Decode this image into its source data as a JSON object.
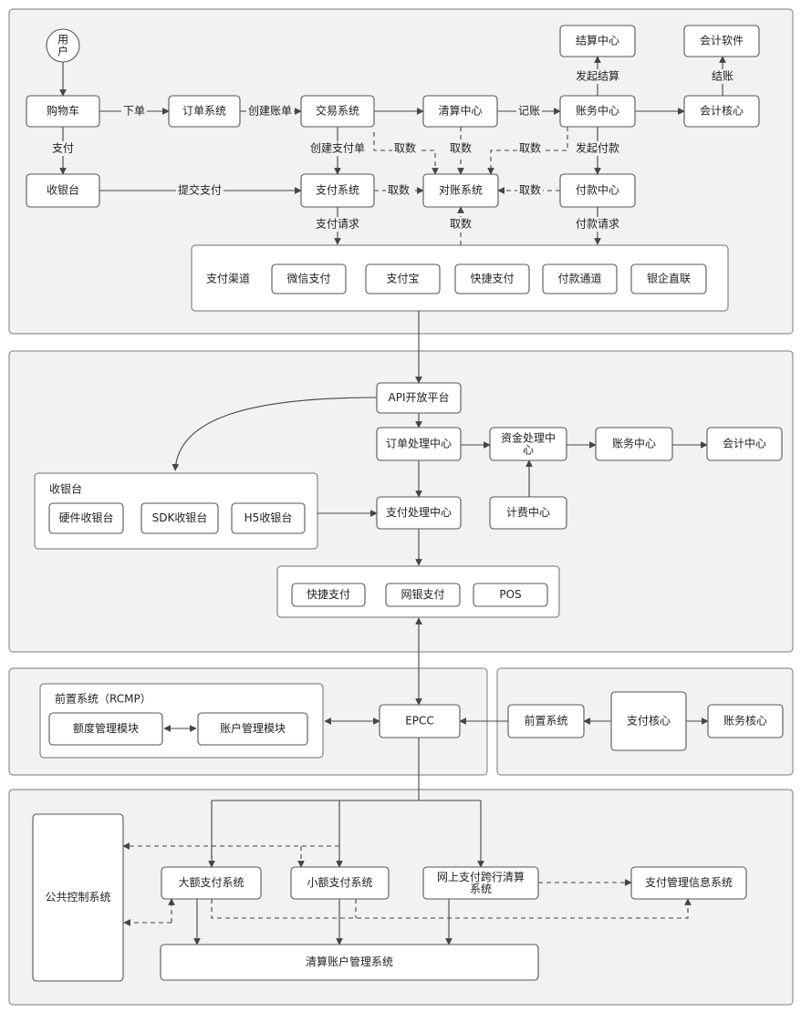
{
  "panels": {
    "top": {
      "nodes": {
        "user": "用\n户",
        "cart": "购物车",
        "order_system": "订单系统",
        "trade_system": "交易系统",
        "clearing_center": "清算中心",
        "ledger_center": "账务中心",
        "accounting_core": "会计核心",
        "settlement_center": "结算中心",
        "accounting_software": "会计软件",
        "cashier": "收银台",
        "payment_system": "支付系统",
        "recon_system": "对账系统",
        "payout_center": "付款中心"
      },
      "channels": {
        "title": "支付渠道",
        "items": [
          "微信支付",
          "支付宝",
          "快捷支付",
          "付款通道",
          "银企直联"
        ]
      },
      "edges": {
        "place_order": "下单",
        "create_bill": "创建账单",
        "bookkeep": "记账",
        "settle": "结账",
        "initiate_settlement": "发起结算",
        "pay": "支付",
        "submit_payment": "提交支付",
        "create_payment_order": "创建支付单",
        "fetch1": "取数",
        "fetch2": "取数",
        "fetch3": "取数",
        "fetch4": "取数",
        "fetch5": "取数",
        "fetch6": "取数",
        "initiate_payout": "发起付款",
        "payment_request": "支付请求",
        "payout_request": "付款请求"
      }
    },
    "middle": {
      "nodes": {
        "api_platform": "API开放平台",
        "order_processing": "订单处理中心",
        "fund_processing": "资金处理中\n心",
        "ledger_center": "账务中心",
        "accounting_center": "会计中心",
        "payment_processing": "支付处理中心",
        "billing_center": "计费中心"
      },
      "cashier_group": {
        "title": "收银台",
        "items": [
          "硬件收银台",
          "SDK收银台",
          "H5收银台"
        ]
      },
      "methods": [
        "快捷支付",
        "网银支付",
        "POS"
      ]
    },
    "lower_left": {
      "group_title": "前置系统（RCMP）",
      "quota_module": "额度管理模块",
      "account_module": "账户管理模块",
      "epcc": "EPCC"
    },
    "lower_right": {
      "front_system": "前置系统",
      "payment_core": "支付核心",
      "ledger_core": "账务核心"
    },
    "bottom": {
      "public_control": "公共控制系统",
      "hvps": "大额支付系统",
      "beps": "小额支付系统",
      "ibps": "网上支付跨行清算\n系统",
      "pmis": "支付管理信息系统",
      "clearing_account": "清算账户管理系统"
    }
  }
}
